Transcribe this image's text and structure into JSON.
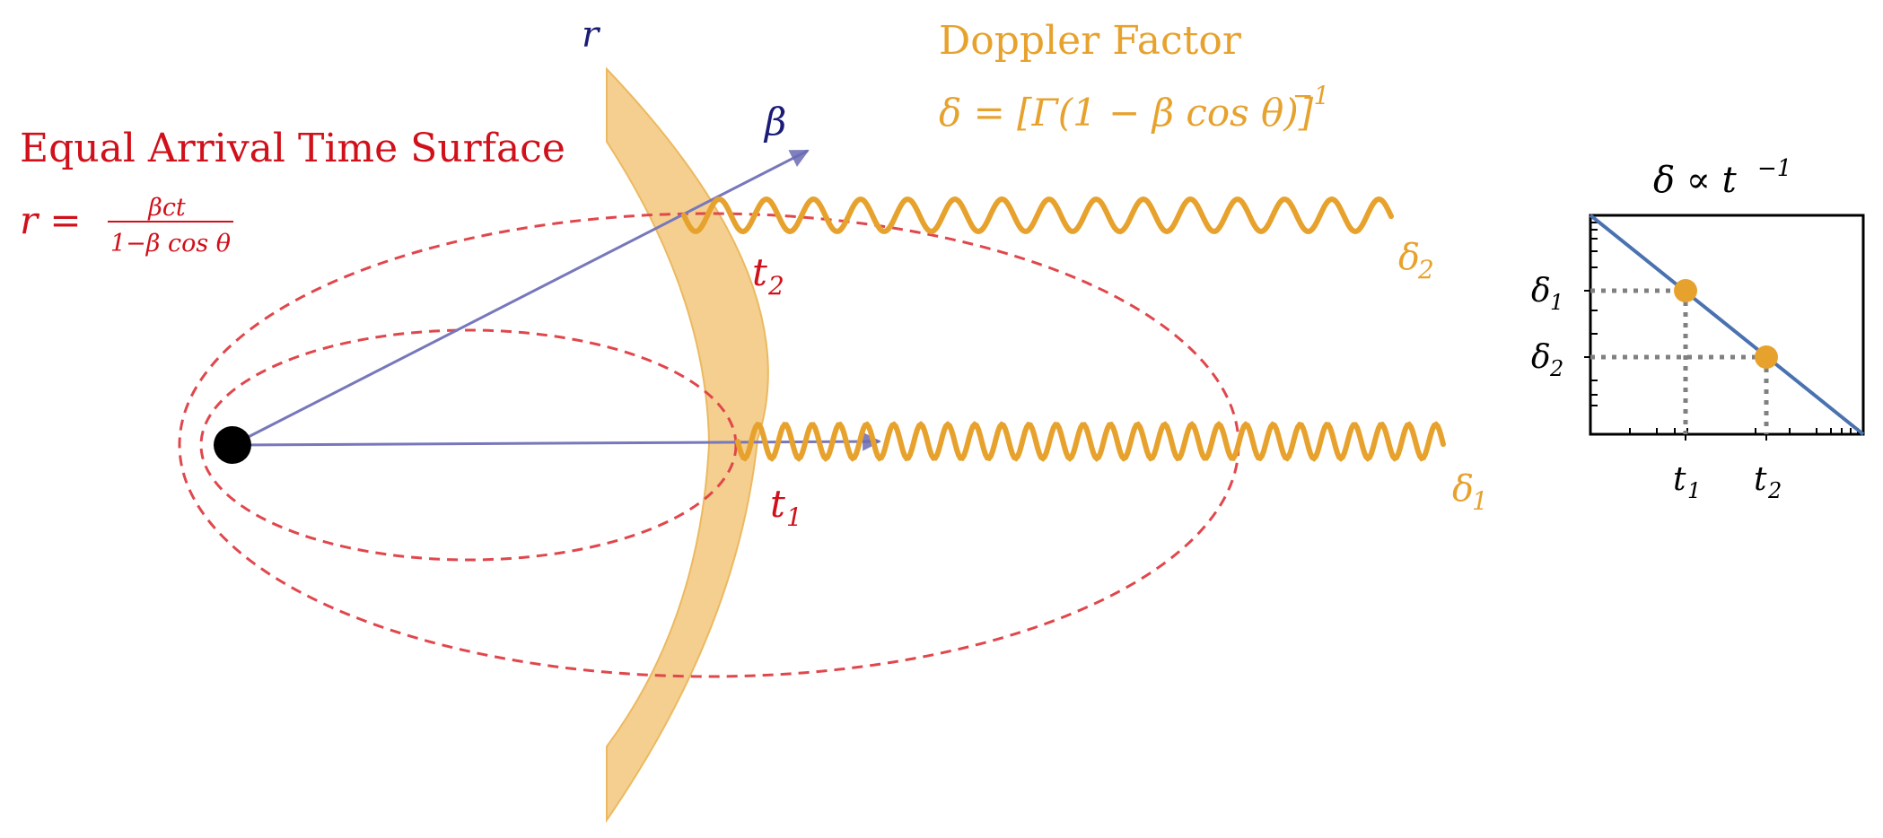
{
  "colors": {
    "red": "#d0101a",
    "red_dashed": "#e0474c",
    "orange": "#e7a22e",
    "shell_fill": "#f4cf8f",
    "navy": "#1b1b78",
    "arrow": "#7777bb",
    "curve": "#4a72b0",
    "gray": "#808080",
    "black": "#000000"
  },
  "labels": {
    "r_axis": "r",
    "beta": "β",
    "eats_title": "Equal Arrival Time Surface",
    "eats_eq_lhs": "r =",
    "eats_eq_num": "βct",
    "eats_eq_den": "1−β cos θ",
    "doppler_title": "Doppler Factor",
    "doppler_eq_prefix": "δ = [Γ(1 − β cos θ)]",
    "doppler_eq_exp": "−1",
    "t2_label": "t",
    "t2_sub": "2",
    "t1_label": "t",
    "t1_sub": "1",
    "delta2_label": "δ",
    "delta2_sub": "2",
    "delta1_label": "δ",
    "delta1_sub": "1"
  },
  "inset": {
    "title_prefix": "δ ∝ t",
    "title_exp": "−1",
    "y_ticks": [
      {
        "label": "δ",
        "sub": "1"
      },
      {
        "label": "δ",
        "sub": "2"
      }
    ],
    "x_ticks": [
      {
        "label": "t",
        "sub": "1"
      },
      {
        "label": "t",
        "sub": "2"
      }
    ]
  },
  "chart_data": {
    "type": "line",
    "title": "δ ∝ t^−1",
    "x_scale": "log",
    "y_scale": "log",
    "series": [
      {
        "values": "δ ∝ t^−1"
      }
    ],
    "markers": [
      {
        "x": "t1",
        "y": "δ1"
      },
      {
        "x": "t2",
        "y": "δ2"
      }
    ]
  }
}
